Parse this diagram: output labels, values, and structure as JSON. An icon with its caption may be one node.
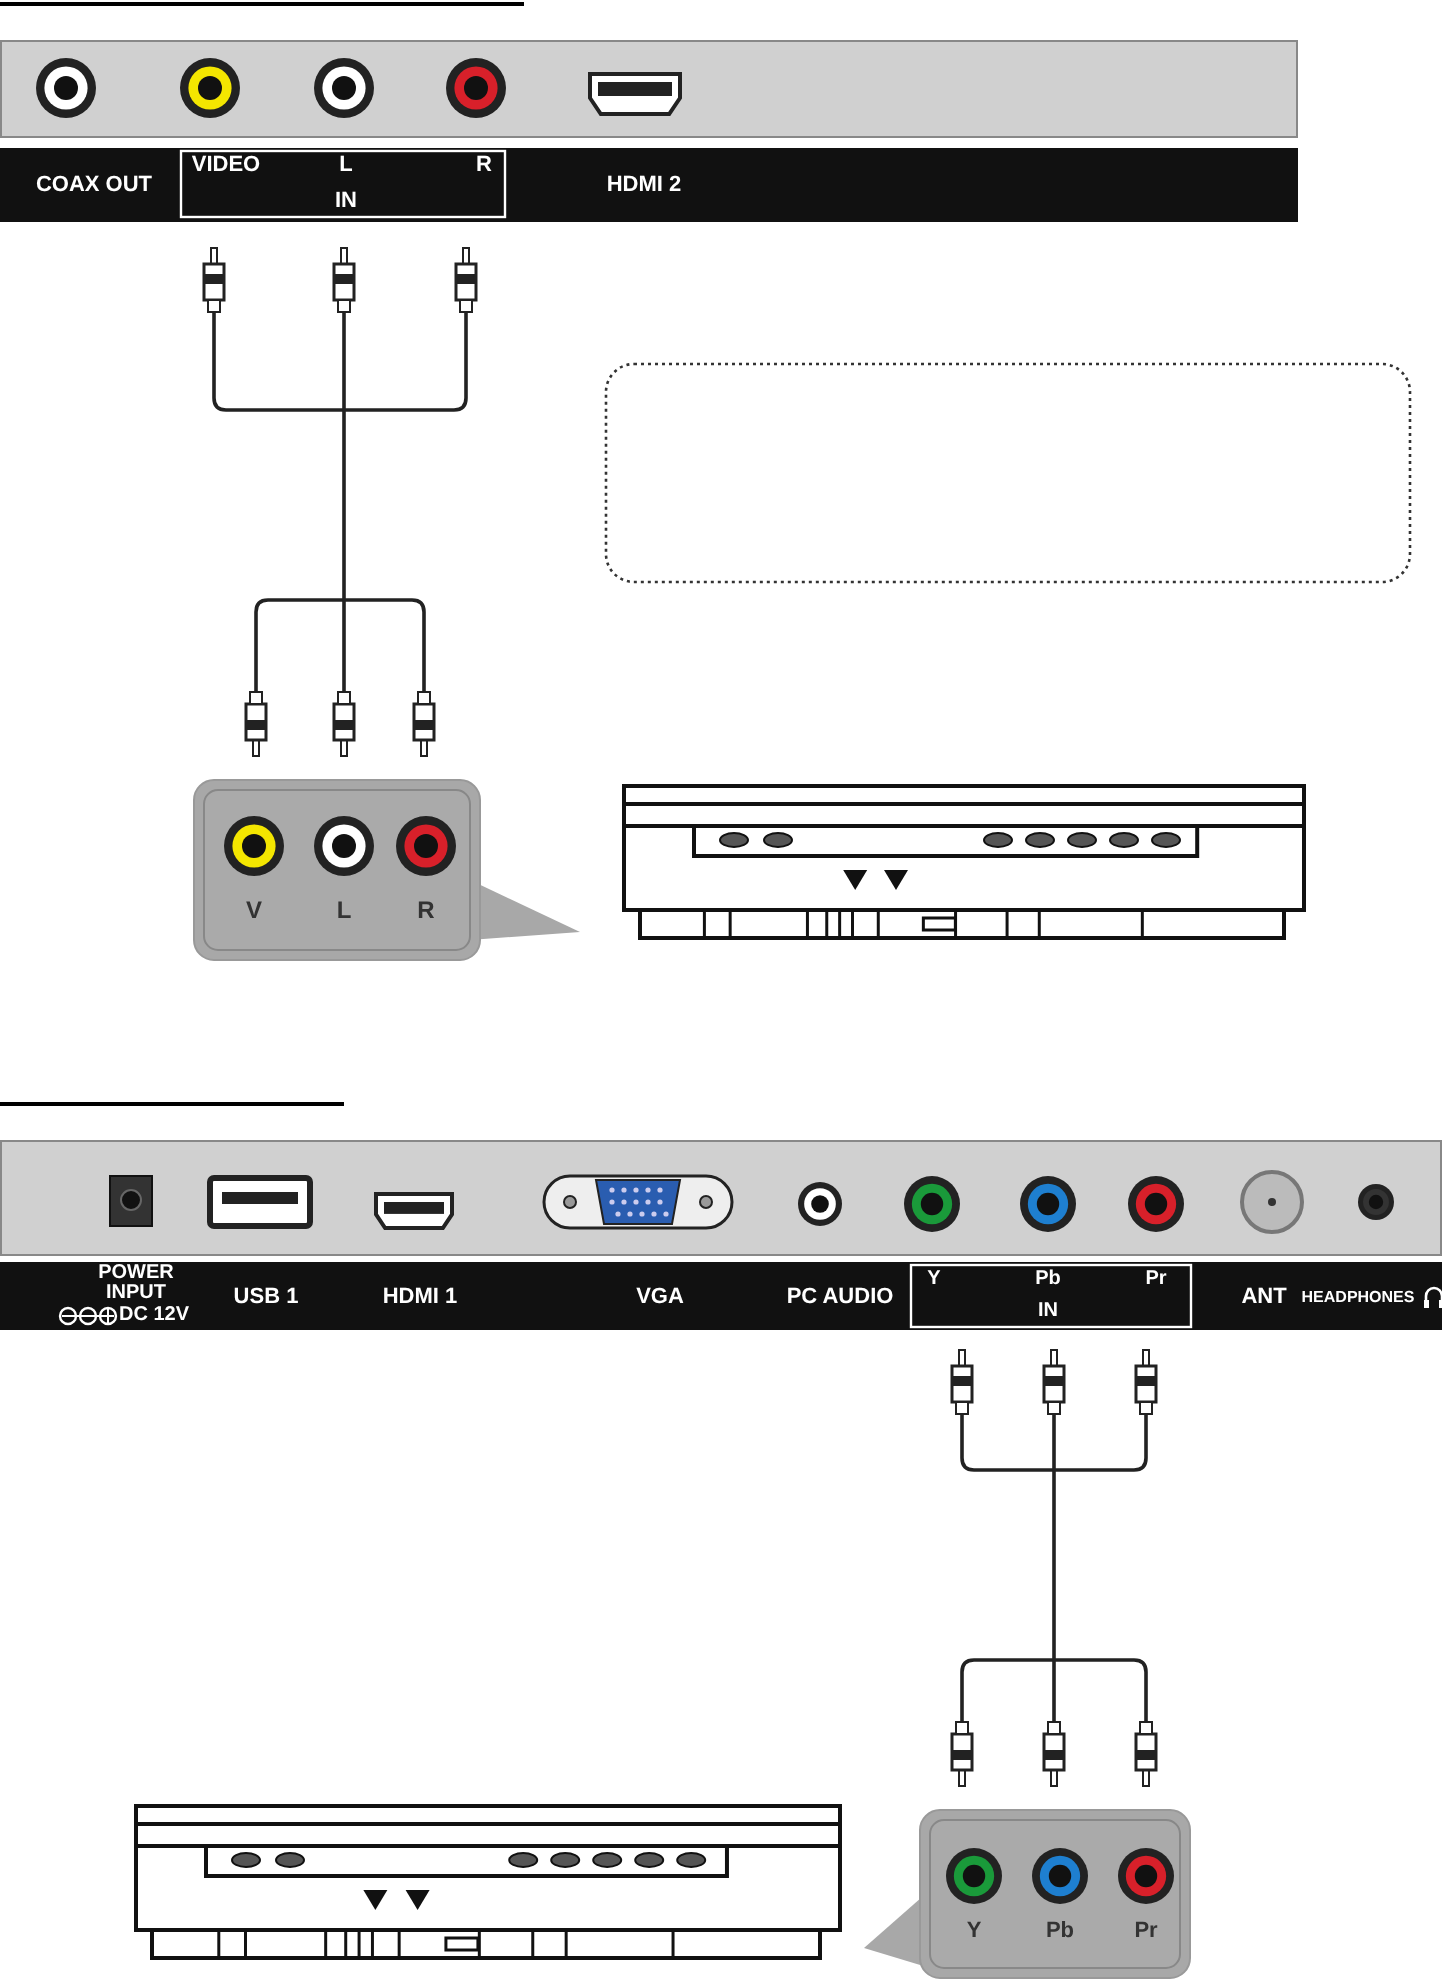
{
  "diagram": {
    "nodes": [
      {
        "text": [],
        "shape": "box"
      }
    ],
    "labels": [
      "COAX OUT",
      "VIDEO",
      "L",
      "R",
      "IN",
      "HDMI 2",
      "V",
      "L",
      "R",
      "POWER",
      "INPUT",
      "DC 12V",
      "USB 1",
      "HDMI 1",
      "VGA",
      "PC AUDIO",
      "Y",
      "Pb",
      "Pr",
      "IN",
      "ANT",
      "HEADPHONES",
      "Y",
      "Pb",
      "Pr"
    ]
  }
}
